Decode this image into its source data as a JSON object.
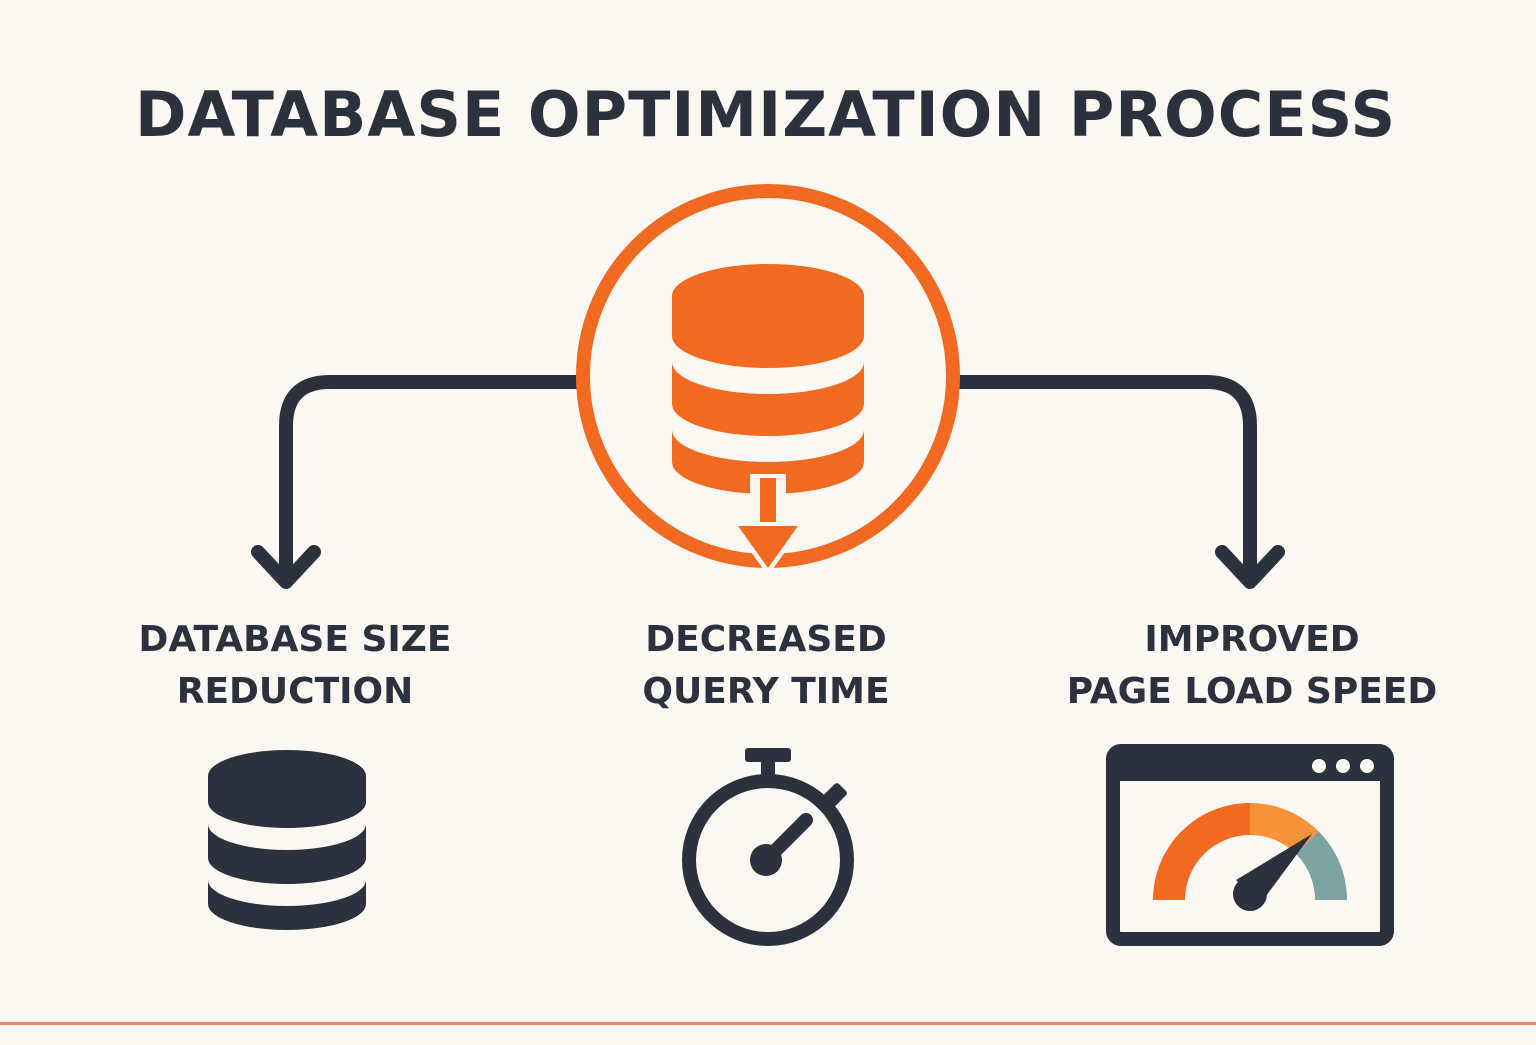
{
  "title": "DATABASE OPTIMIZATION PROCESS",
  "center_node": {
    "icon": "database-download-icon"
  },
  "outcomes": [
    {
      "line1": "DATABASE SIZE",
      "line2": "REDUCTION",
      "icon": "database-icon"
    },
    {
      "line1": "DECREASED",
      "line2": "QUERY TIME",
      "icon": "stopwatch-icon"
    },
    {
      "line1": "IMPROVED",
      "line2": "PAGE LOAD SPEED",
      "icon": "browser-speedometer-icon"
    }
  ],
  "colors": {
    "background": "#fbf8f3",
    "dark": "#2b313d",
    "accent": "#f26a21",
    "gauge_mid": "#f7923a",
    "gauge_end": "#7da3a0",
    "rule": "#ec8a6a"
  }
}
